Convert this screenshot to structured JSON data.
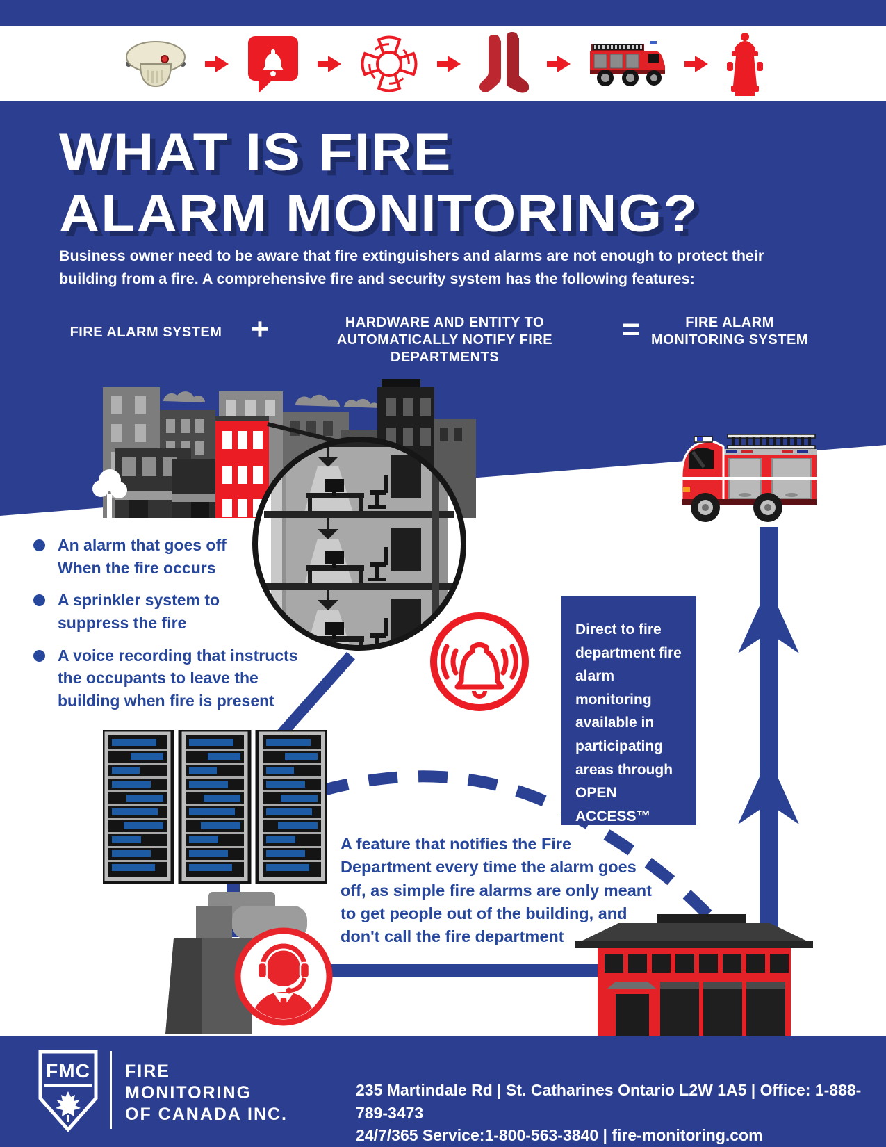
{
  "colors": {
    "brand_blue": "#2b3e8f",
    "brand_red": "#ec1c24",
    "text_blue": "#27479c",
    "shadow_navy": "#1d2c66",
    "server_bar_blue": "#1d5ca5"
  },
  "icon_flow": {
    "icons": [
      "smoke-detector",
      "alarm-bell-notification",
      "fire-department-badge",
      "firefighter-boots",
      "fire-truck",
      "fire-hydrant"
    ]
  },
  "title": {
    "line1": "WHAT IS FIRE",
    "line2": "ALARM MONITORING?"
  },
  "intro": "Business owner need to be aware that fire extinguishers and alarms are not enough to protect their building from a fire. A comprehensive fire and security system has the following features:",
  "formula": {
    "term1": "FIRE ALARM SYSTEM",
    "plus": "+",
    "term2_line1": "HARDWARE AND ENTITY TO",
    "term2_line2": "AUTOMATICALLY NOTIFY FIRE DEPARTMENTS",
    "equals": "=",
    "result_line1": "FIRE ALARM",
    "result_line2": "MONITORING SYSTEM"
  },
  "bullets": [
    "An alarm that goes off When the fire occurs",
    "A sprinkler system to suppress the fire",
    "A voice recording that instructs the occupants to leave the building when fire is present"
  ],
  "callout": {
    "text": "Direct to fire department fire alarm monitoring available in participating areas through OPEN ACCESS™"
  },
  "feature_text": "A feature that notifies the Fire Department every time the alarm goes off, as simple fire alarms are only meant to get people out of the building, and don't call the fire department",
  "footer": {
    "logo_text": "FMC",
    "company": [
      "FIRE",
      "MONITORING",
      "OF CANADA INC."
    ],
    "contact_line1": "235 Martindale Rd | St. Catharines Ontario L2W 1A5 | Office: 1-888-789-3473",
    "contact_line2": "24/7/365 Service:1-800-563-3840 | fire-monitoring.com"
  }
}
